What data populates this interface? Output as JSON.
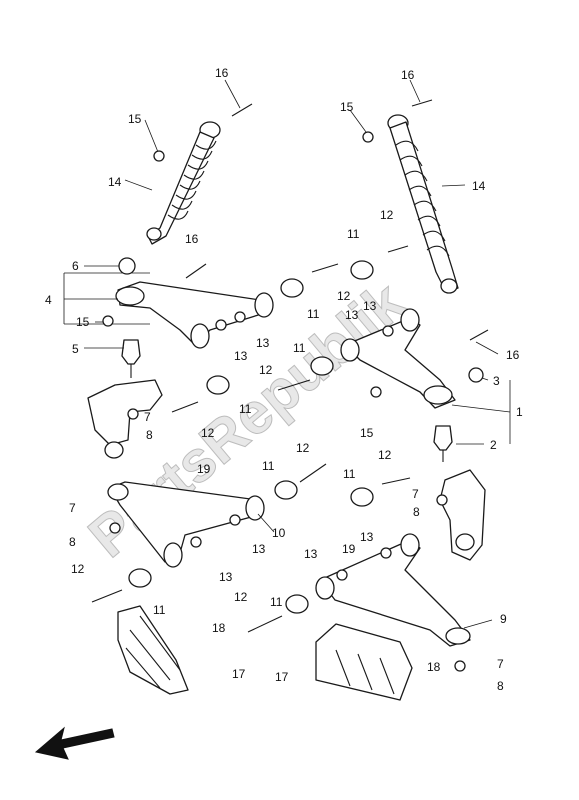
{
  "watermark": "PartsRepublik",
  "callouts": [
    "1",
    "2",
    "3",
    "4",
    "5",
    "6",
    "7",
    "8",
    "9",
    "10",
    "11",
    "12",
    "13",
    "14",
    "15",
    "16",
    "17",
    "18",
    "19"
  ],
  "direction_arrow": "front-arrow-icon"
}
